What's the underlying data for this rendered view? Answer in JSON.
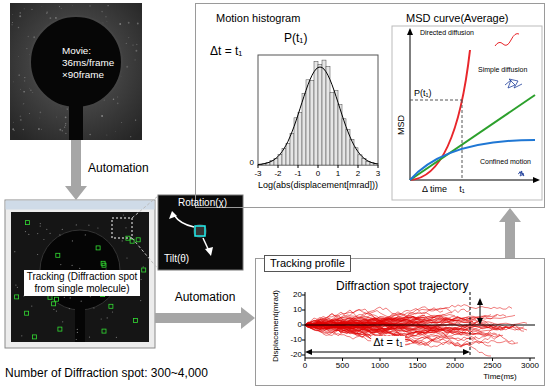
{
  "diagram": {
    "nodes": [
      {
        "text": [
          "Movie: 36ms/frame ×90frame"
        ]
      },
      {
        "text": [
          "Tracking (Diffraction spot from single molecule)"
        ]
      },
      {
        "text": [
          "Rotation(χ)",
          "Tilt(θ)"
        ]
      },
      {
        "text": [
          "Tracking profile",
          "Diffraction spot trajectory"
        ]
      },
      {
        "text": [
          "Motion histogram",
          "MSD curve(Average)"
        ]
      }
    ],
    "edges": [
      {
        "from": 0,
        "to": 1,
        "label": "Automation",
        "arrow": "to"
      },
      {
        "from": 1,
        "to": 3,
        "label": "Automation",
        "arrow": "to"
      },
      {
        "from": 3,
        "to": 4,
        "arrow": "to"
      }
    ],
    "labels": [
      "Number of Diffraction spot: 300~4,000",
      "Displacement(mrad)",
      "20",
      "10",
      "0",
      "-10",
      "-20",
      "0",
      "500",
      "1000",
      "1500",
      "2000",
      "2500",
      "3000",
      "Time(ms)",
      "Δt = t₁",
      "P(t₁)",
      "Δt = t₁",
      "-3",
      "-2",
      "-1",
      "0",
      "1",
      "2",
      "3",
      "0",
      "Log(abs(displacement[mrad]))",
      "Directed diffusion",
      "Simple diffusion",
      "Confined motion",
      "MSD",
      "P(t₁)",
      "Δ time",
      "t₁"
    ]
  }
}
